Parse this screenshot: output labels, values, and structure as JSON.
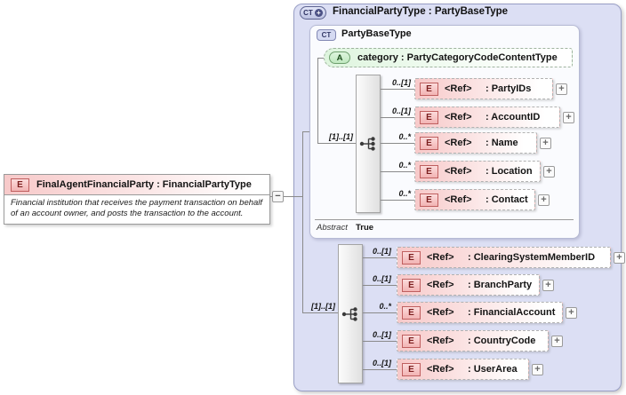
{
  "root_element": {
    "badge": "E",
    "title": "FinalAgentFinancialParty : FinancialPartyType",
    "description": "Financial institution that receives the payment transaction on behalf of an account owner, and posts the transaction to the account."
  },
  "connector": {
    "collapse_glyph": "−"
  },
  "outer": {
    "badge": "CT",
    "title": "FinancialPartyType : PartyBaseType",
    "expand_glyph": "+",
    "base": {
      "badge": "CT",
      "title": "PartyBaseType",
      "attribute": {
        "badge": "A",
        "label": "category : PartyCategoryCodeContentType"
      },
      "sequence_cardinality": "[1]..[1]",
      "elements": [
        {
          "badge": "E",
          "cardinality": "0..[1]",
          "ref": "<Ref>",
          "type": ": PartyIDs"
        },
        {
          "badge": "E",
          "cardinality": "0..[1]",
          "ref": "<Ref>",
          "type": ": AccountID"
        },
        {
          "badge": "E",
          "cardinality": "0..*",
          "ref": "<Ref>",
          "type": ": Name"
        },
        {
          "badge": "E",
          "cardinality": "0..*",
          "ref": "<Ref>",
          "type": ": Location"
        },
        {
          "badge": "E",
          "cardinality": "0..*",
          "ref": "<Ref>",
          "type": ": Contact"
        }
      ],
      "footer": {
        "label": "Abstract",
        "value": "True"
      }
    },
    "extension": {
      "sequence_cardinality": "[1]..[1]",
      "elements": [
        {
          "badge": "E",
          "cardinality": "0..[1]",
          "ref": "<Ref>",
          "type": ": ClearingSystemMemberID"
        },
        {
          "badge": "E",
          "cardinality": "0..[1]",
          "ref": "<Ref>",
          "type": ": BranchParty"
        },
        {
          "badge": "E",
          "cardinality": "0..*",
          "ref": "<Ref>",
          "type": ": FinancialAccount"
        },
        {
          "badge": "E",
          "cardinality": "0..[1]",
          "ref": "<Ref>",
          "type": ": CountryCode"
        },
        {
          "badge": "E",
          "cardinality": "0..[1]",
          "ref": "<Ref>",
          "type": ": UserArea"
        }
      ]
    }
  },
  "colors": {
    "container_fill": "#dcdff4",
    "container_border": "#999fc6",
    "inner_fill": "#fafbfe",
    "element_pink": "#f7c9c9",
    "element_badge_border": "#bf5f5f",
    "attribute_green": "#def5de",
    "line_gray": "#8a8a8a"
  }
}
